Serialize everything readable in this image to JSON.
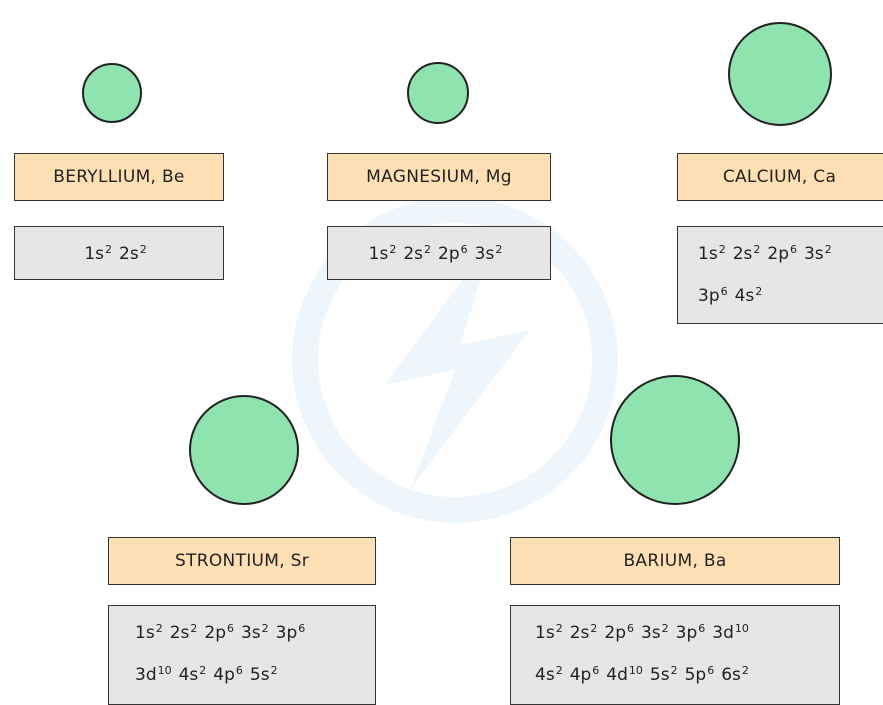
{
  "elements": [
    {
      "id": "beryllium",
      "name": "BERYLLIUM, Be",
      "config": [
        [
          "1s2",
          "2s2"
        ]
      ]
    },
    {
      "id": "magnesium",
      "name": "MAGNESIUM, Mg",
      "config": [
        [
          "1s2",
          "2s2",
          "2p6",
          "3s2"
        ]
      ]
    },
    {
      "id": "calcium",
      "name": "CALCIUM, Ca",
      "config": [
        [
          "1s2",
          "2s2",
          "2p6",
          "3s2"
        ],
        [
          "3p6",
          "4s2"
        ]
      ]
    },
    {
      "id": "strontium",
      "name": "STRONTIUM, Sr",
      "config": [
        [
          "1s2",
          "2s2",
          "2p6",
          "3s2",
          "3p6"
        ],
        [
          "3d10",
          "4s2",
          "4p6",
          "5s2"
        ]
      ]
    },
    {
      "id": "barium",
      "name": "BARIUM, Ba",
      "config": [
        [
          "1s2",
          "2s2",
          "2p6",
          "3s2",
          "3p6",
          "3d10"
        ],
        [
          "4s2",
          "4p6",
          "4d10",
          "5s2",
          "5p6",
          "6s2"
        ]
      ]
    }
  ],
  "colors": {
    "atom_fill": "#8ee3ae",
    "name_label_fill": "#ffe0b5",
    "config_box_fill": "#e6e6e6",
    "outline": "#222222",
    "watermark": "#eef5fb"
  },
  "icons": {
    "watermark": "lightning-bolt-icon"
  }
}
